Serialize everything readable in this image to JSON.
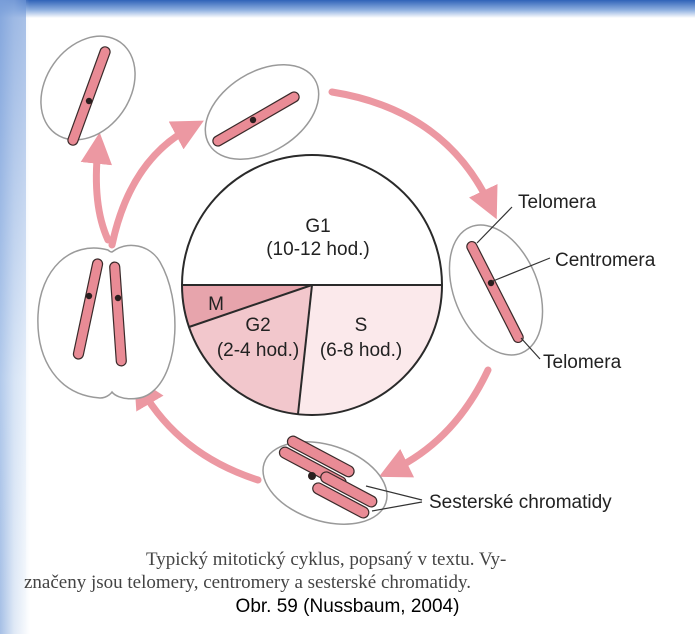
{
  "cycle": {
    "phases": [
      {
        "name": "G1",
        "duration": "(10-12 hod.)"
      },
      {
        "name": "S",
        "duration": "(6-8 hod.)"
      },
      {
        "name": "G2",
        "duration": "(2-4 hod.)"
      },
      {
        "name": "M",
        "duration": ""
      }
    ]
  },
  "labels": {
    "telomere_top": "Telomera",
    "centromere": "Centromera",
    "telomere_bottom": "Telomera",
    "sister_chromatids": "Sesterské chromatidy"
  },
  "caption": {
    "line1": "Typický mitotický cyklus, popsaný v textu. Vy-",
    "line2": "značeny jsou telomery, centromery a sesterské chromatidy."
  },
  "source": "Obr. 59 (Nussbaum, 2004)",
  "colors": {
    "chromosome": "#e98b95",
    "arrow": "#ec98a2",
    "phase_m": "#e7a4ac",
    "phase_g2": "#f2c7cc",
    "phase_s": "#fbe9eb"
  }
}
